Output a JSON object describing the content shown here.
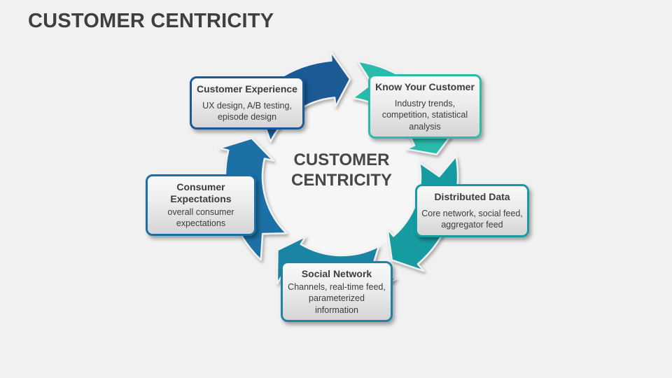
{
  "slide": {
    "title": "CUSTOMER CENTRICITY",
    "background_color": "#f1f1f2",
    "title_color": "#3f3f3f"
  },
  "diagram": {
    "center_title": "CUSTOMER CENTRICITY",
    "center_title_color": "#474747",
    "inner_circle_color": "#f6f6f7",
    "nodes": [
      {
        "id": "customer-experience",
        "title": "Customer Experience",
        "description": "UX design, A/B testing, episode design",
        "color": "#1a5a96"
      },
      {
        "id": "know-your-customer",
        "title": "Know Your Customer",
        "description": "Industry trends, competition, statistical analysis",
        "color": "#2abbad"
      },
      {
        "id": "distributed-data",
        "title": "Distributed Data",
        "description": "Core network, social feed, aggregator feed",
        "color": "#179ba1"
      },
      {
        "id": "social-network",
        "title": "Social Network",
        "description": "Channels, real-time feed, parameterized information",
        "color": "#1e84a3"
      },
      {
        "id": "consumer-expectations",
        "title": "Consumer Expectations",
        "description": "overall consumer expectations",
        "color": "#1c6fa6"
      }
    ]
  }
}
